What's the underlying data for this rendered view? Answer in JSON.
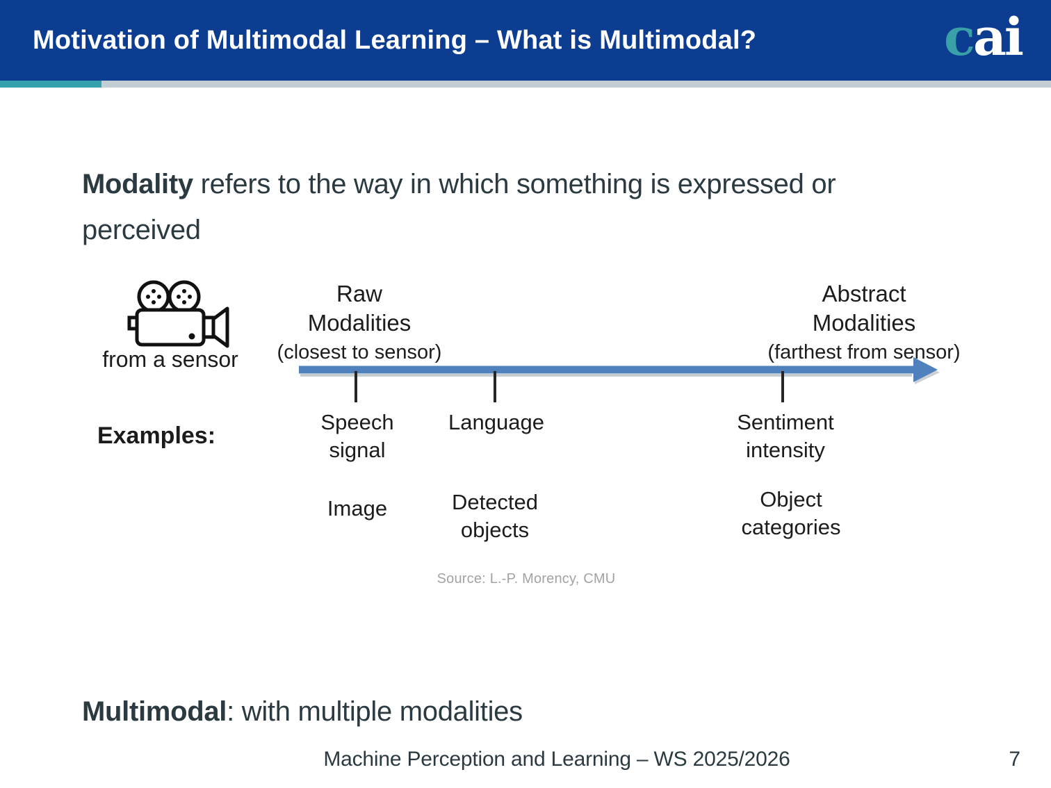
{
  "header": {
    "title": "Motivation of Multimodal Learning – What is Multimodal?",
    "logo": {
      "c": "c",
      "ai": "ai"
    }
  },
  "statements": {
    "modality_term": "Modality",
    "modality_rest": " refers to the way in which something is expressed or",
    "modality_line2": "perceived",
    "multimodal_term": "Multimodal",
    "multimodal_rest": ": with multiple modalities"
  },
  "diagram": {
    "from_sensor": "from a sensor",
    "examples_label": "Examples:",
    "raw_title": "Raw\nModalities",
    "raw_subtitle": "(closest to sensor)",
    "abstract_title": "Abstract\nModalities",
    "abstract_subtitle": "(farthest from sensor)",
    "row1": [
      "Speech\nsignal",
      "Language",
      "Sentiment\nintensity"
    ],
    "row2": [
      "Image",
      "Detected\nobjects",
      "Object\ncategories"
    ],
    "source": "Source:  L.-P. Morency, CMU"
  },
  "footer": {
    "course": "Machine Perception and Learning – WS 2025/2026",
    "page": "7"
  },
  "icons": {
    "camera": "film-camera-icon",
    "timeline": "timeline-arrow-right"
  },
  "colors": {
    "header_bg": "#0d3d91",
    "logo_teal": "#3aa0a8",
    "accent_teal": "#35a2ac",
    "accent_gray": "#c2ced3",
    "arrow_blue": "#4f81bd",
    "text_dark": "#2b3a41",
    "diagram_text": "#1c1c1c",
    "source_gray": "#a3a3a3"
  }
}
